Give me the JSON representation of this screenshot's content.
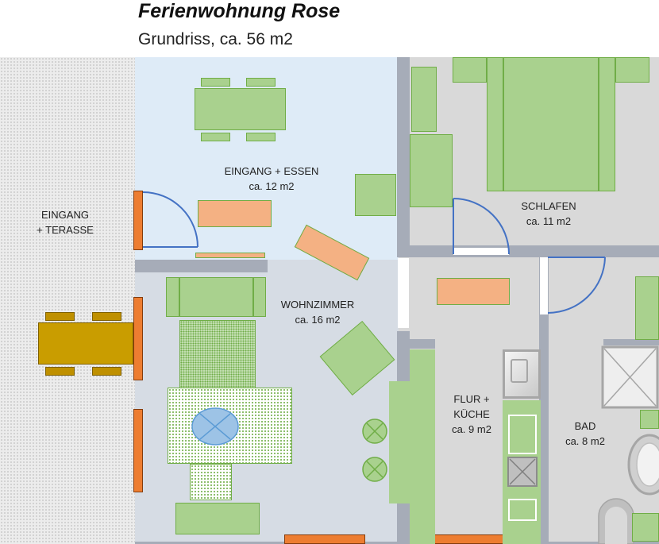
{
  "header": {
    "title": "Ferienwohnung Rose",
    "subtitle": "Grundriss, ca. 56 m2"
  },
  "rooms": {
    "entrance_terrace": {
      "name_line1": "EINGANG",
      "name_line2": "+ TERASSE"
    },
    "entrance_dining": {
      "name": "EINGANG + ESSEN",
      "area": "ca. 12 m2"
    },
    "bedroom": {
      "name": "SCHLAFEN",
      "area": "ca. 11 m2"
    },
    "living": {
      "name": "WOHNZIMMER",
      "area": "ca. 16 m2"
    },
    "hall_kitchen": {
      "name_line1": "FLUR +",
      "name_line2": "KÜCHE",
      "area": "ca. 9 m2"
    },
    "bathroom": {
      "name": "BAD",
      "area": "ca. 8 m2"
    }
  },
  "colors": {
    "furniture_green": "#a9d18e",
    "furniture_outline": "#70ad47",
    "window_orange": "#ed7d31",
    "shelf_salmon": "#f4b183",
    "wall_gray": "#a6acb8",
    "door_blue": "#4472c4",
    "dining_room_bg": "#deebf7",
    "room_gray_bg": "#d9d9d9",
    "terrace_table": "#c99d00"
  }
}
